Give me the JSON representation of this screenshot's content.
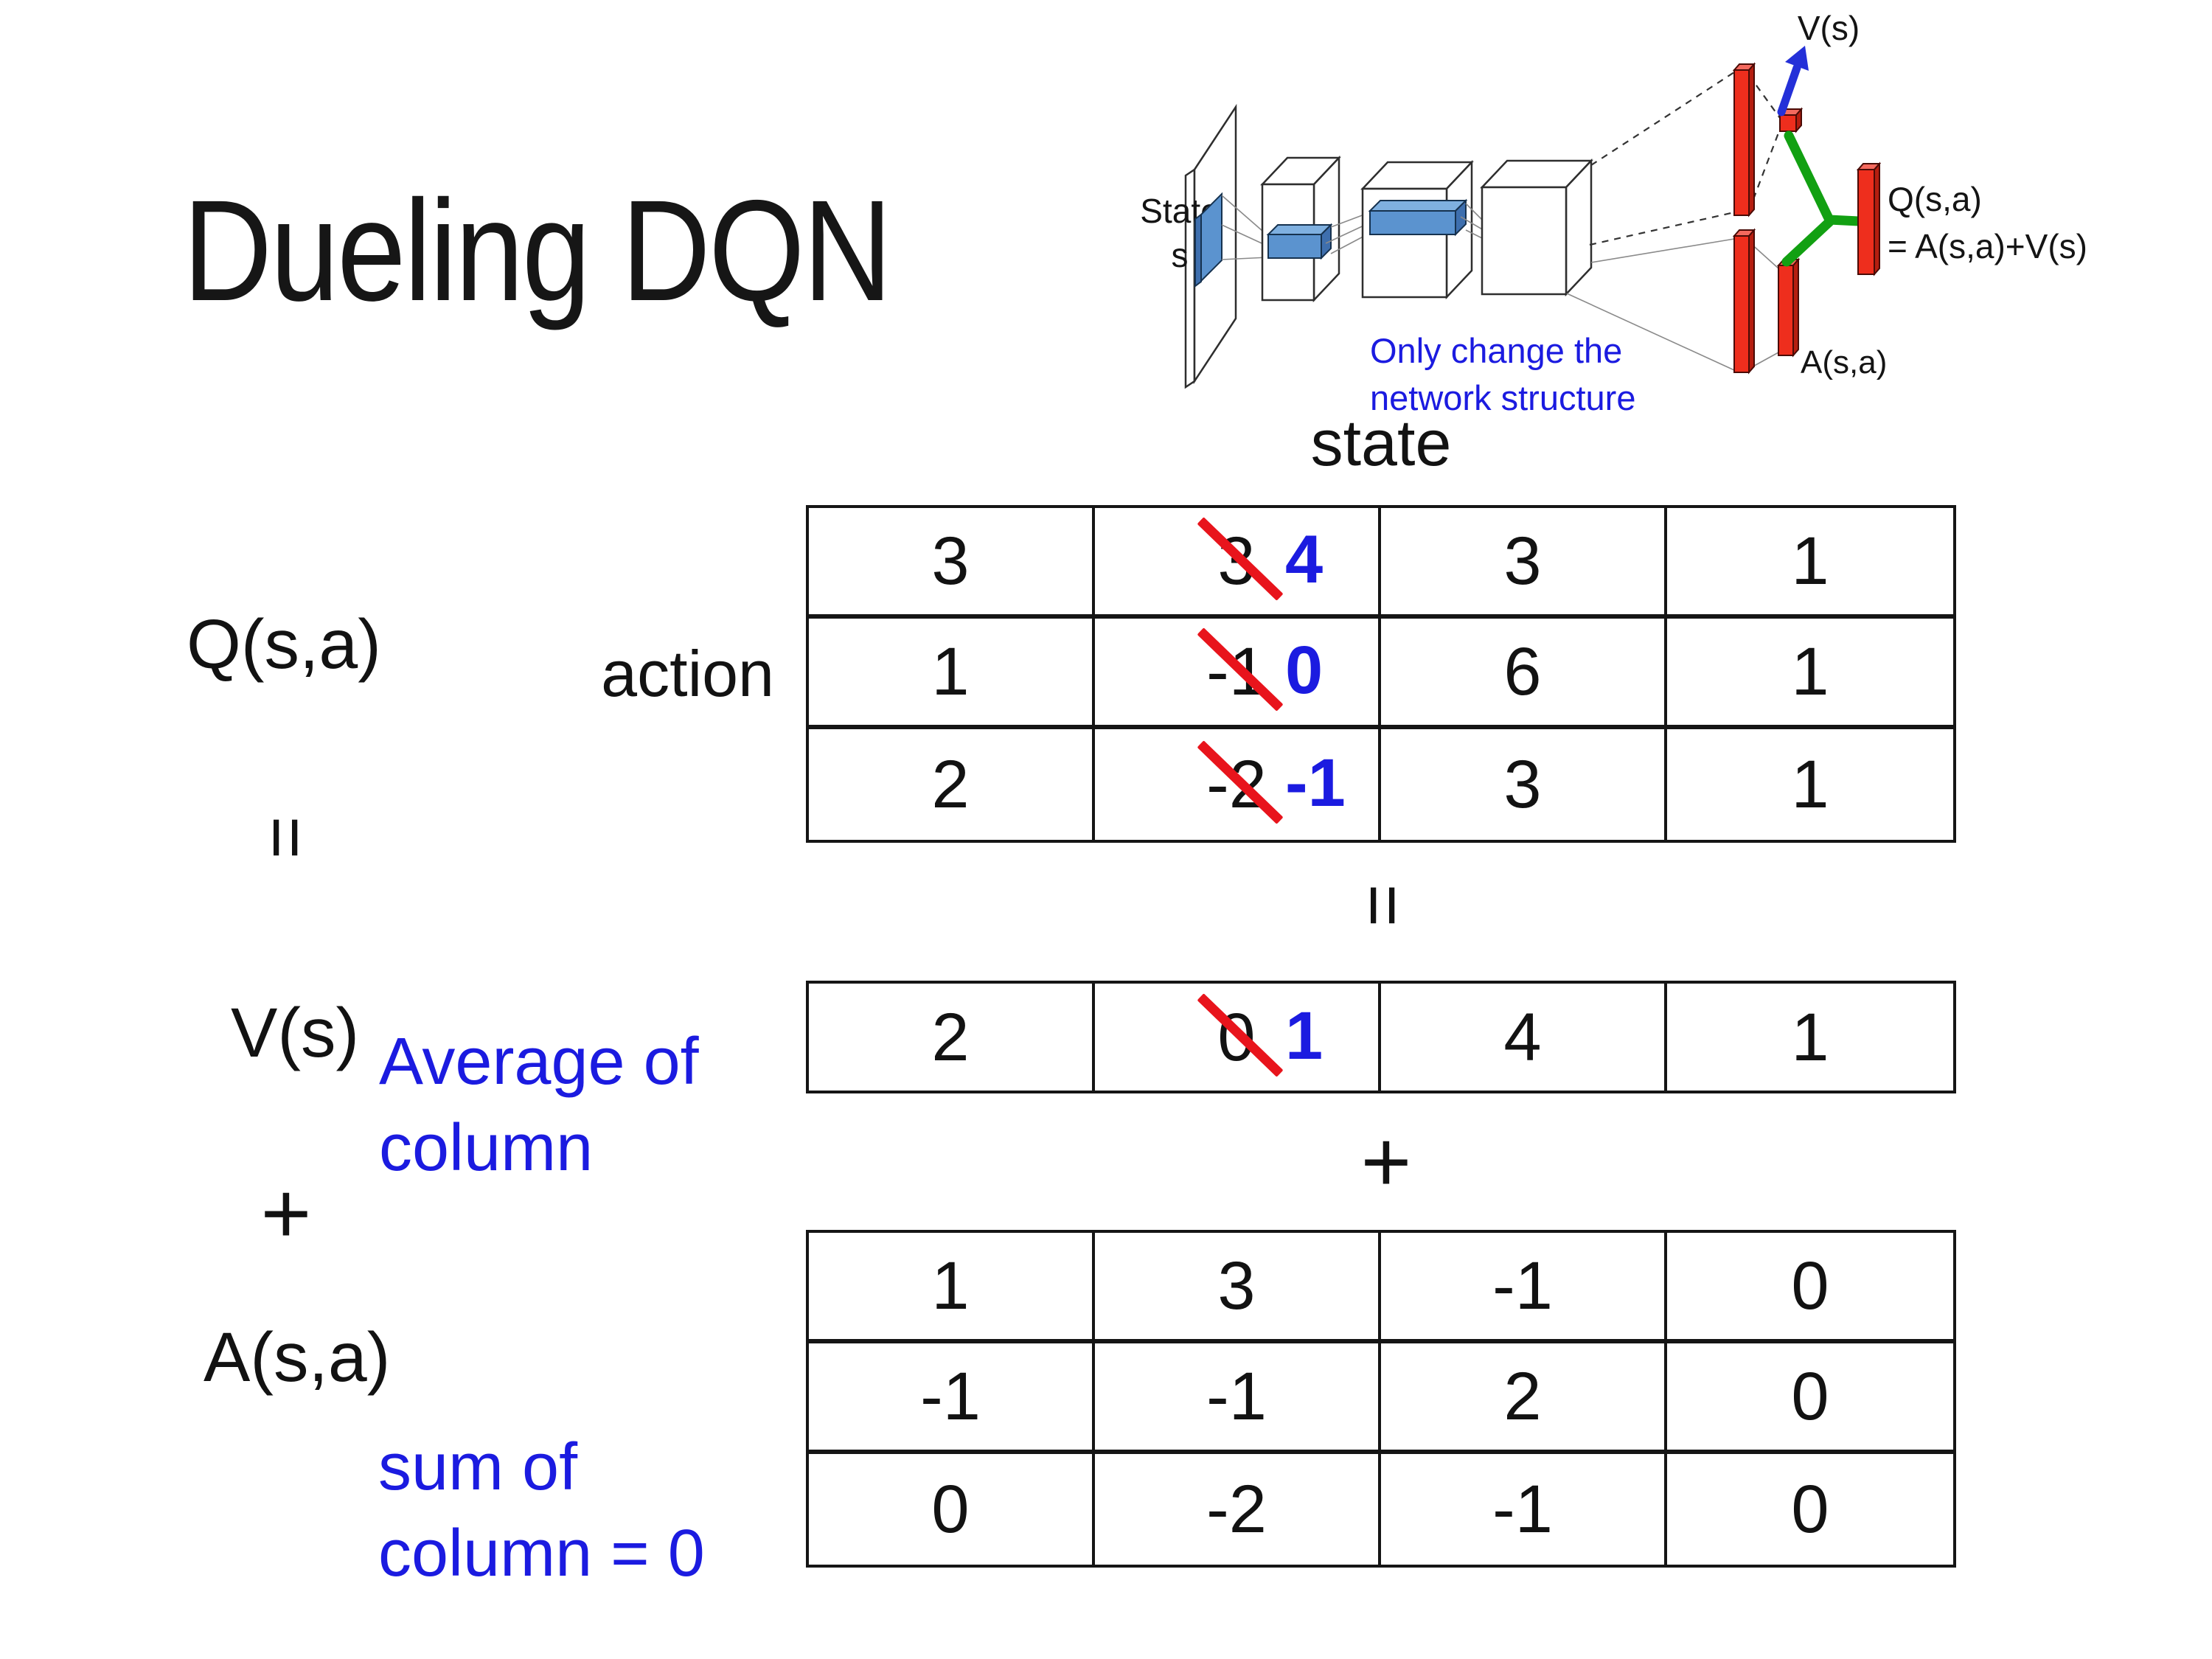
{
  "title": "Dueling DQN",
  "diagram": {
    "state_label_1": "State",
    "state_label_2": "s",
    "note_line1": "Only change the",
    "note_line2": "network structure",
    "v_label": "V(s)",
    "q_label": "Q(s,a)",
    "q_eq_label": "= A(s,a)+V(s)",
    "a_label": "A(s,a)"
  },
  "matrix_section": {
    "state_header": "state",
    "action_header": "action",
    "q_label": "Q(s,a)",
    "equals_1": "=",
    "equals_2": "=",
    "plus_1": "+",
    "plus_2": "+",
    "v_label": "V(s)",
    "a_label": "A(s,a)",
    "avg_note_line1": "Average of",
    "avg_note_line2": "column",
    "sum_note_line1": "sum of",
    "sum_note_line2": "column = 0",
    "q_table": {
      "rows": [
        {
          "c0": "3",
          "old": "3",
          "new": "4",
          "c2": "3",
          "c3": "1"
        },
        {
          "c0": "1",
          "old": "-1",
          "new": "0",
          "c2": "6",
          "c3": "1"
        },
        {
          "c0": "2",
          "old": "-2",
          "new": "-1",
          "c2": "3",
          "c3": "1"
        }
      ]
    },
    "v_table": {
      "c0": "2",
      "old": "0",
      "new": "1",
      "c2": "4",
      "c3": "1"
    },
    "a_table": {
      "rows": [
        [
          "1",
          "3",
          "-1",
          "0"
        ],
        [
          "-1",
          "-1",
          "2",
          "0"
        ],
        [
          "0",
          "-2",
          "-1",
          "0"
        ]
      ]
    }
  },
  "colors": {
    "accent_blue": "#1b1be0",
    "strike_red": "#e8141c",
    "bar_red": "#ee2e1d",
    "branch_green": "#12a012",
    "arrow_blue": "#2430d8",
    "feature_blue": "#5b93cf"
  }
}
